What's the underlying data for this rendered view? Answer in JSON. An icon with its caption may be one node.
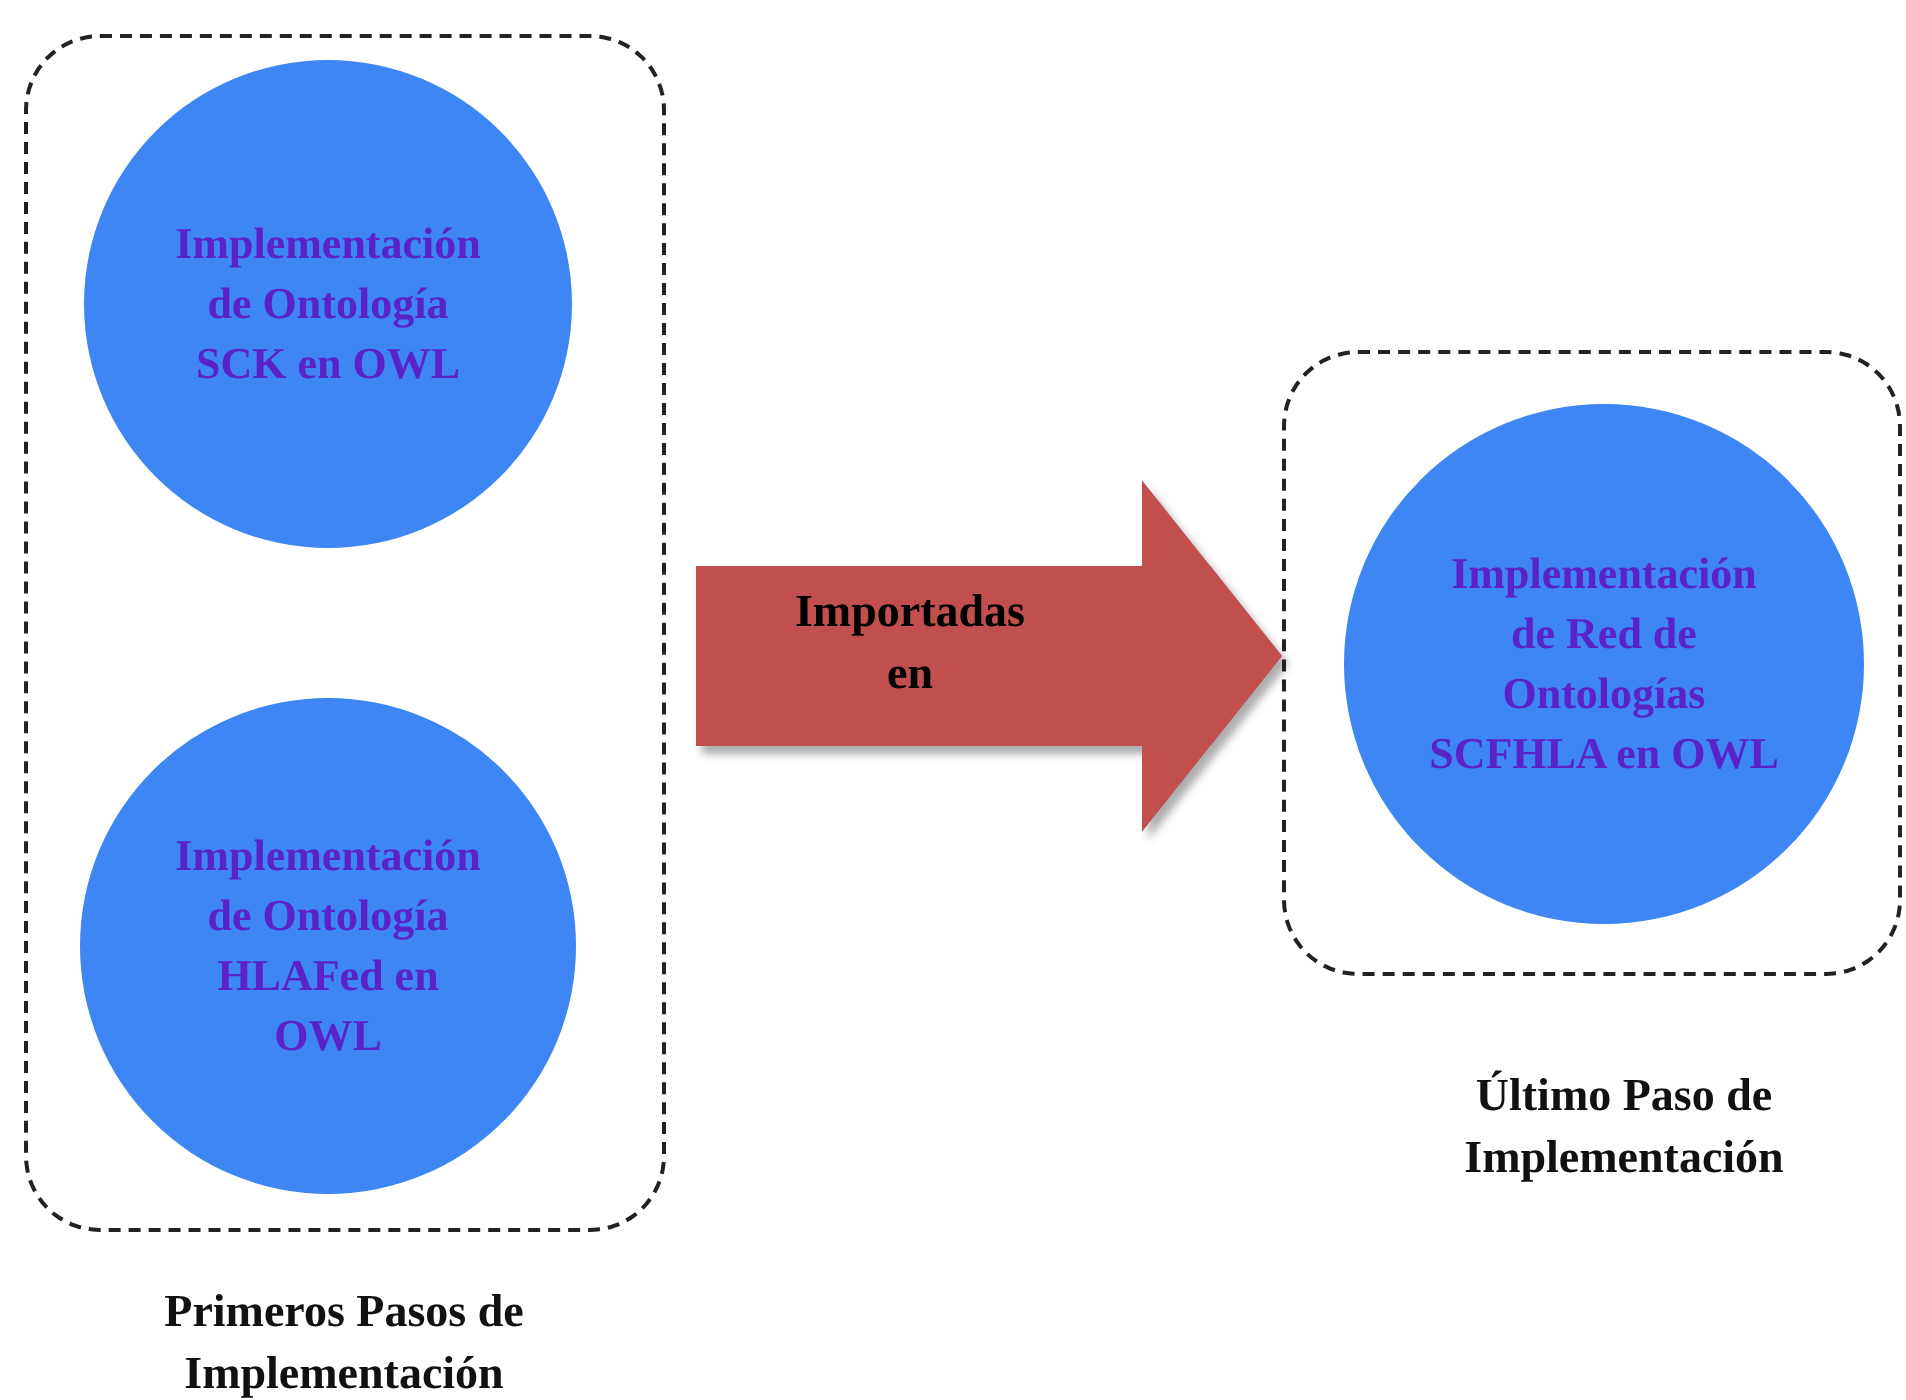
{
  "diagram": {
    "nodes": [
      {
        "text": [
          "Primeros Pasos de Implementación"
        ]
      },
      {
        "text": [
          "Implementación de Ontología SCK en OWL"
        ],
        "in": 0
      },
      {
        "text": [
          "Implementación de Ontología HLAFed en OWL"
        ],
        "in": 0
      },
      {
        "text": [
          "Último Paso de Implementación"
        ]
      },
      {
        "text": [
          "Implementación de Red de Ontologías SCFHLA en OWL"
        ],
        "in": 3
      }
    ],
    "edges": [
      {
        "from": 0,
        "to": 3,
        "arrow": "to",
        "label": "Importadas en",
        "color": "#c0504d"
      }
    ]
  }
}
